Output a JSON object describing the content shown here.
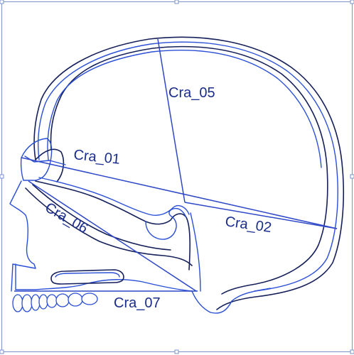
{
  "labels": {
    "cra_01": "Cra_01",
    "cra_02": "Cra_02",
    "cra_05": "Cra_05",
    "cra_06": "Cra_06",
    "cra_07": "Cra_07"
  },
  "colors": {
    "outline": "#15205a",
    "outline_blue": "#2a4fd6",
    "measurement_line": "#2e48c8",
    "label_text": "#1a2d8c",
    "selection_frame": "#7b93c8"
  }
}
